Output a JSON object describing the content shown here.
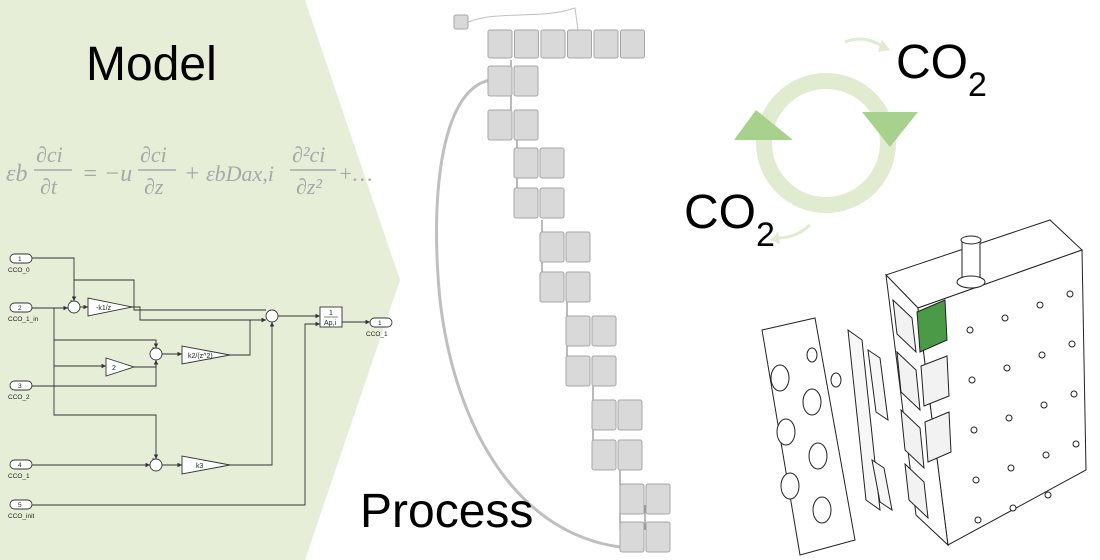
{
  "labels": {
    "model_title": "Model",
    "process_title": "Process",
    "co2_top": "CO",
    "co2_top_sub": "2",
    "co2_bottom": "CO",
    "co2_bottom_sub": "2"
  },
  "equation": {
    "lhs_coeff": "εb",
    "lhs_num": "∂ci",
    "lhs_den": "∂t",
    "eq_sign": "=",
    "term1_prefix": "−u",
    "term1_num": "∂ci",
    "term1_den": "∂z",
    "plus1": "+",
    "term2_coeff": "εbDax,i",
    "term2_num": "∂²ci",
    "term2_den": "∂z²",
    "tail": "+…"
  },
  "block_diagram": {
    "inports": [
      {
        "num": "1",
        "name": "CCO_0"
      },
      {
        "num": "2",
        "name": "CCO_1_in"
      },
      {
        "num": "3",
        "name": "CCO_2"
      },
      {
        "num": "4",
        "name": "CCO_1"
      },
      {
        "num": "5",
        "name": "CCO_init"
      }
    ],
    "outport": {
      "num": "1",
      "name": "CCO_1"
    },
    "gains": {
      "g1": "-k1/z",
      "g2": "2",
      "g3": "k2/(z^2)",
      "g4": "k3"
    },
    "integrator": {
      "num": "1",
      "den": "Ap,i"
    }
  },
  "colors": {
    "model_panel": "#e6eed8",
    "cycle": "#e1ebcf",
    "cycle_arrow": "#a9d18e",
    "block_fill": "#d9d9d9",
    "block_stroke": "#a6a6a6",
    "process_line": "#bfbfbf",
    "filter_highlight": "#4a9a48"
  }
}
